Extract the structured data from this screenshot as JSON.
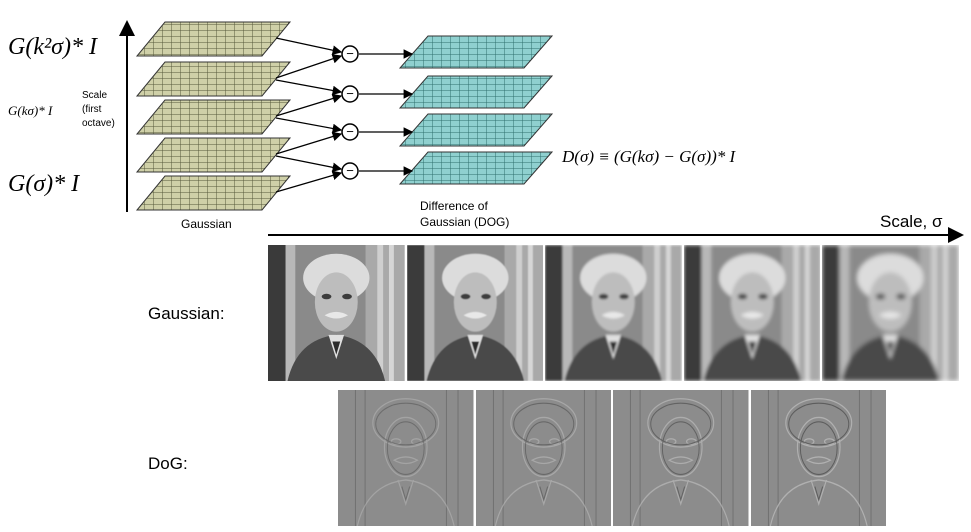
{
  "pyramid": {
    "formula_top": "G(k²σ)* I",
    "formula_mid": "G(kσ)* I",
    "formula_bottom": "G(σ)* I",
    "scale_label_1": "Scale",
    "scale_label_2": "(first",
    "scale_label_3": "octave)",
    "gaussian_label": "Gaussian",
    "dog_label_1": "Difference of",
    "dog_label_2": "Gaussian (DOG)",
    "minus_symbol": "−",
    "dog_formula": "D(σ) ≡ (G(kσ) − G(σ))* I"
  },
  "scale_axis": {
    "label": "Scale, σ"
  },
  "rows": {
    "gaussian_label": "Gaussian:",
    "dog_label": "DoG:"
  },
  "colors": {
    "gaussian_plate": "#cfd0a8",
    "gaussian_grid": "#55583a",
    "dog_plate": "#8fd0cf",
    "dog_grid": "#2f6f6e"
  },
  "gaussian_images": [
    {
      "blur": 0
    },
    {
      "blur": 0.6
    },
    {
      "blur": 1.1
    },
    {
      "blur": 1.6
    },
    {
      "blur": 2.1
    }
  ],
  "dog_images": [
    {
      "strength": 0.4
    },
    {
      "strength": 0.55
    },
    {
      "strength": 0.7
    },
    {
      "strength": 0.85
    }
  ]
}
